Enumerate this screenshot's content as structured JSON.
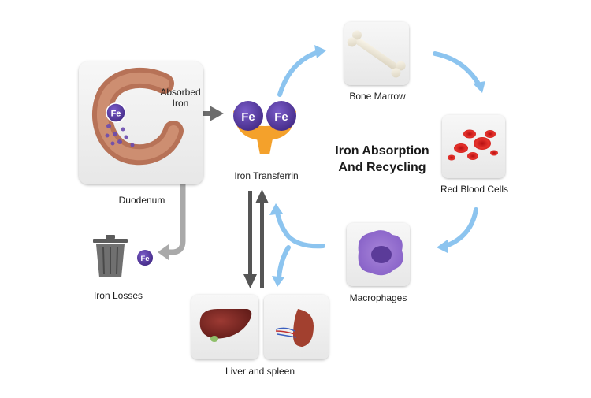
{
  "diagram": {
    "title_line1": "Iron Absorption",
    "title_line2": "And Recycling",
    "fe_symbol": "Fe",
    "nodes": {
      "duodenum": "Duodenum",
      "absorbed_iron_line1": "Absorbed",
      "absorbed_iron_line2": "Iron",
      "iron_transferrin": "Iron Transferrin",
      "bone_marrow": "Bone Marrow",
      "red_blood_cells": "Red Blood Cells",
      "macrophages": "Macrophages",
      "liver_and_spleen": "Liver and spleen",
      "iron_losses": "Iron Losses"
    },
    "colors": {
      "cycle_arrow": "#8cc4ef",
      "gray_arrow": "#555555",
      "loss_arrow": "#a9a9a9",
      "fe_purple": "#5b3ea6",
      "transferrin_orange": "#f4a12b",
      "card_bg": "#f1f1f1"
    }
  }
}
